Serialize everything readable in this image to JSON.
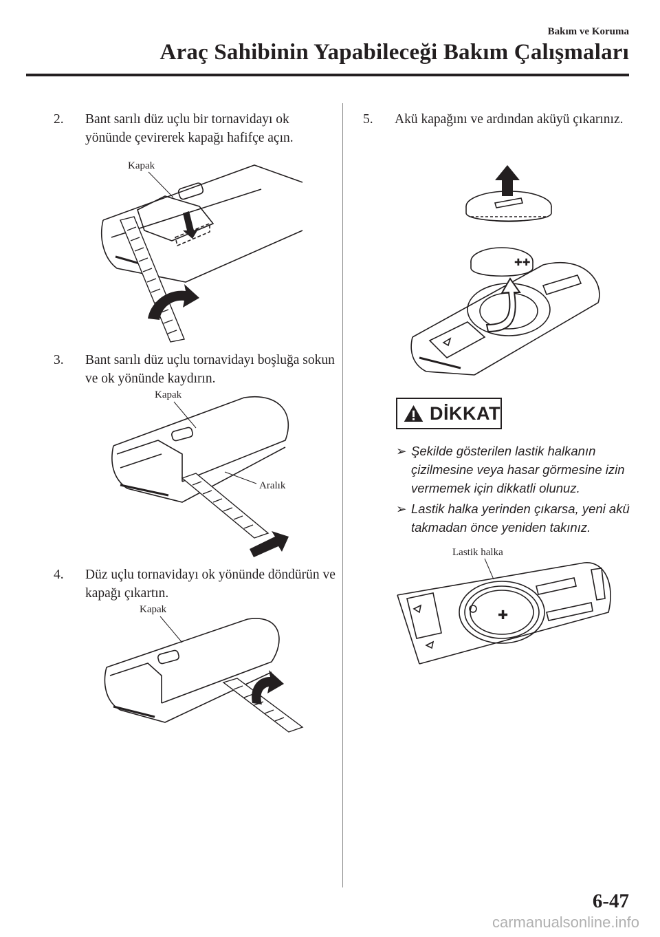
{
  "header": {
    "section": "Bakım ve Koruma",
    "chapter": "Araç Sahibinin Yapabileceği Bakım Çalışmaları"
  },
  "steps": [
    {
      "number": "2.",
      "text": "Bant sarılı düz uçlu bir tornavidayı ok yönünde çevirerek kapağı hafifçe açın."
    },
    {
      "number": "3.",
      "text": "Bant sarılı düz uçlu tornavidayı boşluğa sokun ve ok yönünde kaydırın."
    },
    {
      "number": "4.",
      "text": "Düz uçlu tornavidayı ok yönünde döndürün ve kapağı çıkartın."
    },
    {
      "number": "5.",
      "text": "Akü kapağını ve ardından aküyü çıkarınız."
    }
  ],
  "figures": {
    "fig1_label": "Kapak",
    "fig2_label_cover": "Kapak",
    "fig2_label_gap": "Aralık",
    "fig3_label": "Kapak",
    "fig5_label": "Lastik halka"
  },
  "warning": {
    "label": "DİKKAT",
    "bullets": [
      "Şekilde gösterilen lastik halkanın çizilmesine veya hasar görmesine izin vermemek için dikkatli olunuz.",
      "Lastik halka yerinden çıkarsa, yeni akü takmadan önce yeniden takınız."
    ]
  },
  "footer": {
    "page_number": "6-47",
    "watermark": "carmanualsonline.info"
  }
}
